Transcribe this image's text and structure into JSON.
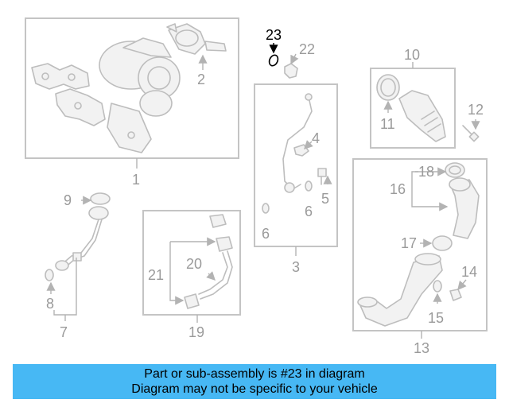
{
  "callouts": {
    "c1": "1",
    "c2": "2",
    "c3": "3",
    "c4": "4",
    "c5": "5",
    "c6a": "6",
    "c6b": "6",
    "c7": "7",
    "c8": "8",
    "c9": "9",
    "c10": "10",
    "c11": "11",
    "c12": "12",
    "c13": "13",
    "c14": "14",
    "c15": "15",
    "c16": "16",
    "c17": "17",
    "c18": "18",
    "c19": "19",
    "c20": "20",
    "c21": "21",
    "c22": "22",
    "c23": "23"
  },
  "highlighted_part": "23",
  "colors": {
    "banner": "#47b8f4",
    "highlight": "#000000",
    "parts": "#bdbdbd",
    "labels": "#9a9a9a"
  },
  "banner": {
    "line1": "Part or sub-assembly is #23 in diagram",
    "line2": "Diagram may not be specific to your vehicle"
  }
}
